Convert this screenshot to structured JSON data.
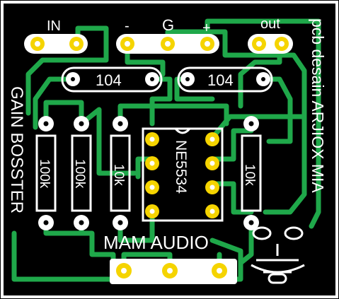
{
  "board": {
    "colors": {
      "substrate": "#000000",
      "edge": "#ffffff",
      "copper": "#1fa84a",
      "pad": "#f5d400",
      "silkscreen": "#ffffff"
    },
    "header_labels": {
      "in": "IN",
      "minus": "-",
      "ground": "G",
      "plus": "+",
      "out": "out"
    },
    "capacitors": [
      {
        "value": "104"
      },
      {
        "value": "104"
      }
    ],
    "resistors": [
      {
        "value": "100k"
      },
      {
        "value": "100k"
      },
      {
        "value": "10k"
      },
      {
        "value": "10k"
      }
    ],
    "ic": {
      "part": "NE5534"
    },
    "side_labels": {
      "left": "GAIN BOSSTER",
      "right": "pcb desain ARJIOX MIA"
    },
    "brand": "MAM AUDIO",
    "logo_icon": "cat-face-icon"
  }
}
